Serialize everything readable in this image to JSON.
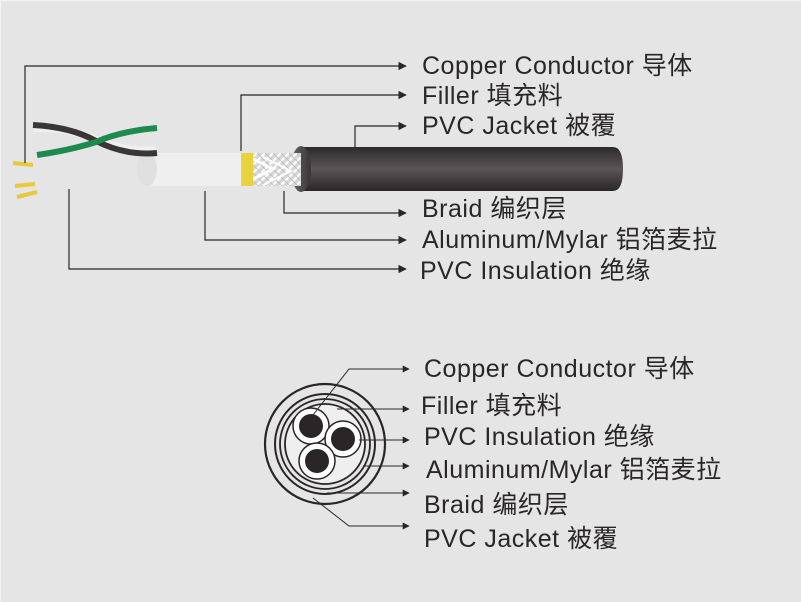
{
  "diagram_title": "Shielded multi-core PVC cable structure",
  "colors": {
    "background": "#e5e5e5",
    "text": "#2a2627",
    "jacket": "#3a3637",
    "conductor": "#e8c93a",
    "filler_yellow": "#e8d23e",
    "wire_green": "#1e8a4e",
    "wire_black": "#3a3637",
    "insulation_white": "#f0f0f0"
  },
  "side_view": {
    "labels": [
      {
        "id": "copper-conductor",
        "en": "Copper Conductor",
        "zh": "导体"
      },
      {
        "id": "filler",
        "en": "Filler",
        "zh": "填充料"
      },
      {
        "id": "pvc-jacket",
        "en": "PVC Jacket",
        "zh": "被覆"
      },
      {
        "id": "braid",
        "en": "Braid",
        "zh": "编织层"
      },
      {
        "id": "aluminum-mylar",
        "en": "Aluminum/Mylar",
        "zh": "铝箔麦拉"
      },
      {
        "id": "pvc-insulation",
        "en": "PVC Insulation",
        "zh": "绝缘"
      }
    ]
  },
  "cross_section": {
    "labels": [
      {
        "id": "copper-conductor",
        "en": "Copper Conductor",
        "zh": "导体"
      },
      {
        "id": "filler",
        "en": "Filler",
        "zh": "填充料"
      },
      {
        "id": "pvc-insulation",
        "en": "PVC Insulation",
        "zh": "绝缘"
      },
      {
        "id": "aluminum-mylar",
        "en": "Aluminum/Mylar",
        "zh": "铝箔麦拉"
      },
      {
        "id": "braid",
        "en": "Braid",
        "zh": "编织层"
      },
      {
        "id": "pvc-jacket",
        "en": "PVC Jacket",
        "zh": "被覆"
      }
    ]
  }
}
